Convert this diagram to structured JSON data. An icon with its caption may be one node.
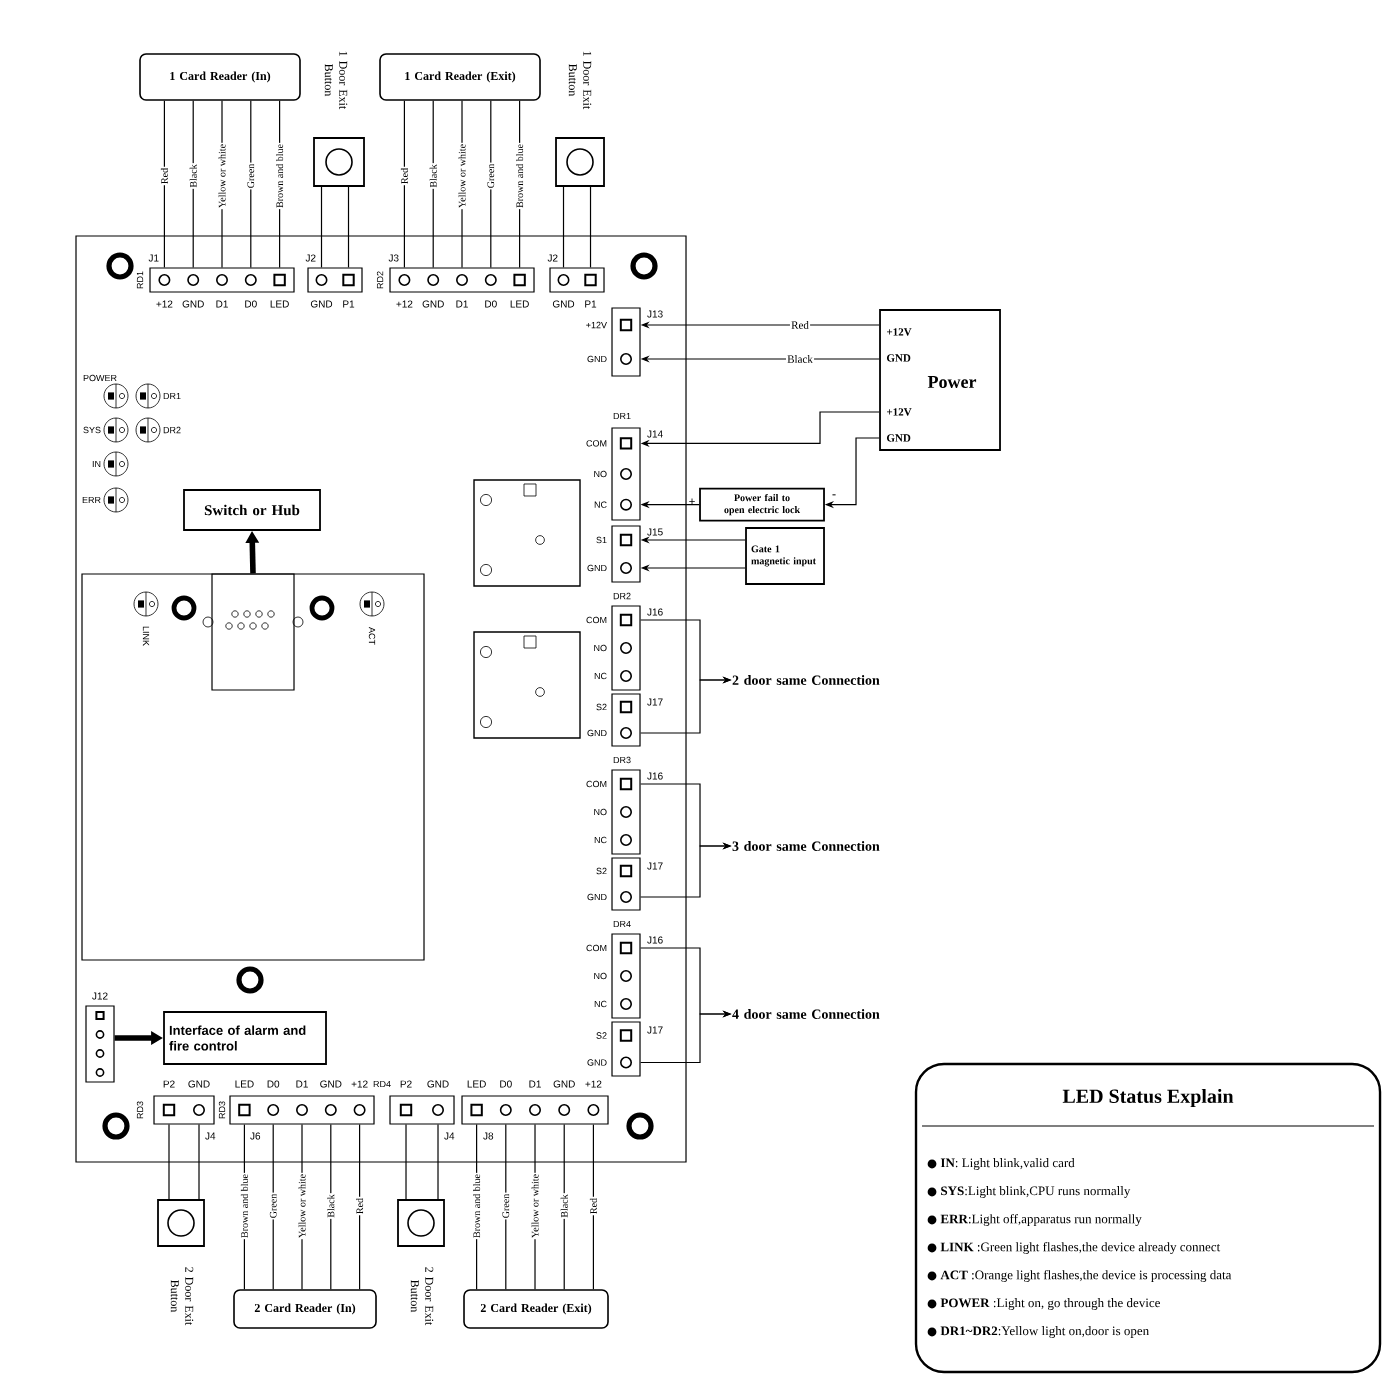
{
  "diagram": {
    "nodes": [
      {
        "text": [
          "1 Card Reader (In)"
        ]
      },
      {
        "text": [
          "1 Door Exit Button"
        ]
      },
      {
        "text": [
          "1 Card Reader (Exit)"
        ]
      },
      {
        "text": [
          "1 Door Exit Button"
        ]
      },
      {
        "text": [
          "J1"
        ],
        "beside": [
          "+12",
          "GND",
          "D1",
          "D0",
          "LED"
        ]
      },
      {
        "text": [
          "J2"
        ],
        "beside": [
          "GND",
          "P1"
        ]
      },
      {
        "text": [
          "J3"
        ],
        "beside": [
          "+12",
          "GND",
          "D1",
          "D0",
          "LED"
        ]
      },
      {
        "text": [
          "J2"
        ],
        "beside": [
          "GND",
          "P1"
        ]
      },
      {
        "text": [
          "J13"
        ],
        "beside": [
          "+12V",
          "GND"
        ]
      },
      {
        "text": [
          "+12V",
          "GND",
          "Power",
          "+12V",
          "GND"
        ]
      },
      {
        "text": [
          "J14"
        ],
        "beside": [
          "COM",
          "NO",
          "NC"
        ]
      },
      {
        "text": [
          "Power fail to open electric lock"
        ],
        "beside": [
          "+",
          "-"
        ]
      },
      {
        "text": [
          "J15"
        ],
        "beside": [
          "S1",
          "GND"
        ]
      },
      {
        "text": [
          "Gate 1 magnetic input"
        ]
      },
      {
        "text": [
          "J16"
        ],
        "beside": [
          "COM",
          "NO",
          "NC"
        ]
      },
      {
        "text": [
          "J17"
        ],
        "beside": [
          "S2",
          "GND"
        ]
      },
      {
        "text": [
          "2 door same Connection"
        ]
      },
      {
        "text": [
          "J16"
        ],
        "beside": [
          "COM",
          "NO",
          "NC"
        ]
      },
      {
        "text": [
          "J17"
        ],
        "beside": [
          "S2",
          "GND"
        ]
      },
      {
        "text": [
          "3 door same Connection"
        ]
      },
      {
        "text": [
          "J16"
        ],
        "beside": [
          "COM",
          "NO",
          "NC"
        ]
      },
      {
        "text": [
          "J17"
        ],
        "beside": [
          "S2",
          "GND"
        ]
      },
      {
        "text": [
          "4 door same Connection"
        ]
      },
      {
        "text": [],
        "shape": "box"
      },
      {
        "text": [
          "Switch or Hub"
        ]
      },
      {
        "text": [
          "J12"
        ]
      },
      {
        "text": [
          "Interface of alarm and fire control"
        ]
      },
      {
        "text": [
          "J4"
        ],
        "beside": [
          "P2",
          "GND"
        ]
      },
      {
        "text": [
          "J6"
        ],
        "beside": [
          "LED",
          "D0",
          "D1",
          "GND",
          "+12"
        ]
      },
      {
        "text": [
          "J4"
        ],
        "beside": [
          "P2",
          "GND"
        ]
      },
      {
        "text": [
          "J8"
        ],
        "beside": [
          "LED",
          "D0",
          "D1",
          "GND",
          "+12"
        ]
      },
      {
        "text": [
          "2 Door Exit Button"
        ]
      },
      {
        "text": [
          "2 Card Reader (In)"
        ]
      },
      {
        "text": [
          "2 Door Exit Button"
        ]
      },
      {
        "text": [
          "2 Card Reader (Exit)"
        ]
      },
      {
        "text": [
          "LED Status Explain",
          "**IN**: Light blink,valid card",
          "**SYS**:Light blink,CPU runs normally",
          "**ERR**:Light off,apparatus run normally",
          "**LINK** :Green light flashes,the device already connect",
          "**ACT** :Orange light flashes,the device is processing data",
          "**POWER** :Light on, go through the device",
          "**DR1~DR2**:Yellow light on,door is open"
        ]
      }
    ],
    "edges": [
      {
        "from": 0,
        "to": 4,
        "arrow": "none",
        "label": "Red"
      },
      {
        "from": 0,
        "to": 4,
        "arrow": "none",
        "label": "Black"
      },
      {
        "from": 0,
        "to": 4,
        "arrow": "none",
        "label": "Yellow or white"
      },
      {
        "from": 0,
        "to": 4,
        "arrow": "none",
        "label": "Green"
      },
      {
        "from": 0,
        "to": 4,
        "arrow": "none",
        "label": "Brown and blue"
      },
      {
        "from": 1,
        "to": 5,
        "arrow": "none"
      },
      {
        "from": 1,
        "to": 5,
        "arrow": "none"
      },
      {
        "from": 2,
        "to": 6,
        "arrow": "none",
        "label": "Red"
      },
      {
        "from": 2,
        "to": 6,
        "arrow": "none",
        "label": "Black"
      },
      {
        "from": 2,
        "to": 6,
        "arrow": "none",
        "label": "Yellow or white"
      },
      {
        "from": 2,
        "to": 6,
        "arrow": "none",
        "label": "Green"
      },
      {
        "from": 2,
        "to": 6,
        "arrow": "none",
        "label": "Brown and blue"
      },
      {
        "from": 3,
        "to": 7,
        "arrow": "none"
      },
      {
        "from": 3,
        "to": 7,
        "arrow": "none"
      },
      {
        "from": 9,
        "to": 8,
        "arrow": "to",
        "label": "Red"
      },
      {
        "from": 9,
        "to": 8,
        "arrow": "to",
        "label": "Black"
      },
      {
        "from": 9,
        "to": 10,
        "arrow": "to"
      },
      {
        "from": 9,
        "to": 11,
        "arrow": "to"
      },
      {
        "from": 11,
        "to": 10,
        "arrow": "to"
      },
      {
        "from": 13,
        "to": 12,
        "arrow": "to"
      },
      {
        "from": 13,
        "to": 12,
        "arrow": "to"
      },
      {
        "from": 14,
        "to": 16,
        "arrow": "to"
      },
      {
        "from": 15,
        "to": 16,
        "arrow": "to"
      },
      {
        "from": 17,
        "to": 19,
        "arrow": "to"
      },
      {
        "from": 18,
        "to": 19,
        "arrow": "to"
      },
      {
        "from": 20,
        "to": 22,
        "arrow": "to"
      },
      {
        "from": 21,
        "to": 22,
        "arrow": "to"
      },
      {
        "from": 23,
        "to": 24,
        "arrow": "to",
        "style": "thick"
      },
      {
        "from": 25,
        "to": 26,
        "arrow": "to",
        "style": "thick"
      },
      {
        "from": 27,
        "to": 31,
        "arrow": "none"
      },
      {
        "from": 27,
        "to": 31,
        "arrow": "none"
      },
      {
        "from": 28,
        "to": 32,
        "arrow": "none",
        "label": "Brown and blue"
      },
      {
        "from": 28,
        "to": 32,
        "arrow": "none",
        "label": "Green"
      },
      {
        "from": 28,
        "to": 32,
        "arrow": "none",
        "label": "Yellow or white"
      },
      {
        "from": 28,
        "to": 32,
        "arrow": "none",
        "label": "Black"
      },
      {
        "from": 28,
        "to": 32,
        "arrow": "none",
        "label": "Red"
      },
      {
        "from": 29,
        "to": 33,
        "arrow": "none"
      },
      {
        "from": 29,
        "to": 33,
        "arrow": "none"
      },
      {
        "from": 30,
        "to": 34,
        "arrow": "none",
        "label": "Brown and blue"
      },
      {
        "from": 30,
        "to": 34,
        "arrow": "none",
        "label": "Green"
      },
      {
        "from": 30,
        "to": 34,
        "arrow": "none",
        "label": "Yellow or white"
      },
      {
        "from": 30,
        "to": 34,
        "arrow": "none",
        "label": "Black"
      },
      {
        "from": 30,
        "to": 34,
        "arrow": "none",
        "label": "Red"
      }
    ],
    "labels": [
      "RD1",
      "RD2",
      "POWER",
      "DR1",
      "SYS",
      "DR2",
      "IN",
      "ERR",
      "DR1",
      "LINK",
      "ACT",
      "DR2",
      "DR3",
      "DR4",
      "RD3",
      "RD3",
      "RD4"
    ]
  }
}
